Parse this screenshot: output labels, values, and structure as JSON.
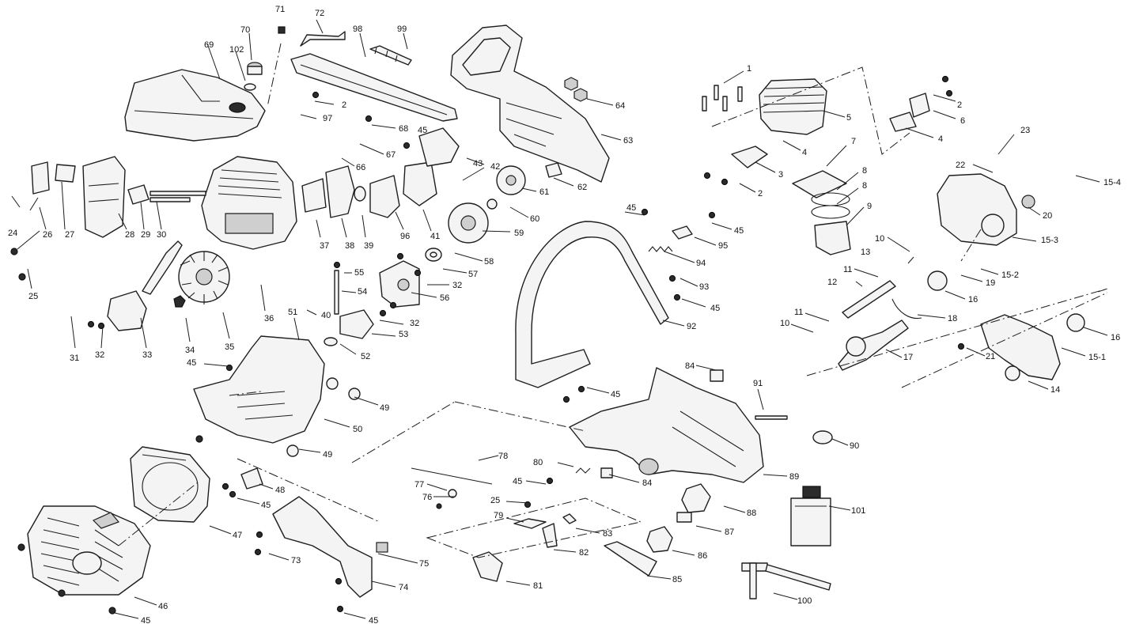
{
  "callouts": [
    {
      "id": "1",
      "text": "1"
    },
    {
      "id": "2a",
      "text": "2"
    },
    {
      "id": "2b",
      "text": "2"
    },
    {
      "id": "2c",
      "text": "2"
    },
    {
      "id": "3",
      "text": "3"
    },
    {
      "id": "4a",
      "text": "4"
    },
    {
      "id": "4b",
      "text": "4"
    },
    {
      "id": "5",
      "text": "5"
    },
    {
      "id": "6",
      "text": "6"
    },
    {
      "id": "7",
      "text": "7"
    },
    {
      "id": "8a",
      "text": "8"
    },
    {
      "id": "8b",
      "text": "8"
    },
    {
      "id": "9",
      "text": "9"
    },
    {
      "id": "10a",
      "text": "10"
    },
    {
      "id": "10b",
      "text": "10"
    },
    {
      "id": "11a",
      "text": "11"
    },
    {
      "id": "11b",
      "text": "11"
    },
    {
      "id": "12",
      "text": "12"
    },
    {
      "id": "13",
      "text": "13"
    },
    {
      "id": "14",
      "text": "14"
    },
    {
      "id": "15-1",
      "text": "15-1"
    },
    {
      "id": "15-2",
      "text": "15-2"
    },
    {
      "id": "15-3",
      "text": "15-3"
    },
    {
      "id": "15-4",
      "text": "15-4"
    },
    {
      "id": "16a",
      "text": "16"
    },
    {
      "id": "16b",
      "text": "16"
    },
    {
      "id": "17",
      "text": "17"
    },
    {
      "id": "18",
      "text": "18"
    },
    {
      "id": "19",
      "text": "19"
    },
    {
      "id": "20",
      "text": "20"
    },
    {
      "id": "21",
      "text": "21"
    },
    {
      "id": "22",
      "text": "22"
    },
    {
      "id": "23",
      "text": "23"
    },
    {
      "id": "24",
      "text": "24"
    },
    {
      "id": "25a",
      "text": "25"
    },
    {
      "id": "25b",
      "text": "25"
    },
    {
      "id": "26",
      "text": "26"
    },
    {
      "id": "27",
      "text": "27"
    },
    {
      "id": "28",
      "text": "28"
    },
    {
      "id": "29",
      "text": "29"
    },
    {
      "id": "30",
      "text": "30"
    },
    {
      "id": "31",
      "text": "31"
    },
    {
      "id": "32a",
      "text": "32"
    },
    {
      "id": "32b",
      "text": "32"
    },
    {
      "id": "32c",
      "text": "32"
    },
    {
      "id": "33",
      "text": "33"
    },
    {
      "id": "34",
      "text": "34"
    },
    {
      "id": "35",
      "text": "35"
    },
    {
      "id": "36",
      "text": "36"
    },
    {
      "id": "37",
      "text": "37"
    },
    {
      "id": "38",
      "text": "38"
    },
    {
      "id": "39",
      "text": "39"
    },
    {
      "id": "40",
      "text": "40"
    },
    {
      "id": "41",
      "text": "41"
    },
    {
      "id": "42",
      "text": "42"
    },
    {
      "id": "43",
      "text": "43"
    },
    {
      "id": "45a",
      "text": "45"
    },
    {
      "id": "45b",
      "text": "45"
    },
    {
      "id": "45c",
      "text": "45"
    },
    {
      "id": "45d",
      "text": "45"
    },
    {
      "id": "45e",
      "text": "45"
    },
    {
      "id": "45f",
      "text": "45"
    },
    {
      "id": "45g",
      "text": "45"
    },
    {
      "id": "45h",
      "text": "45"
    },
    {
      "id": "45i",
      "text": "45"
    },
    {
      "id": "45j",
      "text": "45"
    },
    {
      "id": "46",
      "text": "46"
    },
    {
      "id": "47",
      "text": "47"
    },
    {
      "id": "48",
      "text": "48"
    },
    {
      "id": "49a",
      "text": "49"
    },
    {
      "id": "49b",
      "text": "49"
    },
    {
      "id": "50",
      "text": "50"
    },
    {
      "id": "51",
      "text": "51"
    },
    {
      "id": "52",
      "text": "52"
    },
    {
      "id": "53",
      "text": "53"
    },
    {
      "id": "54",
      "text": "54"
    },
    {
      "id": "55",
      "text": "55"
    },
    {
      "id": "56",
      "text": "56"
    },
    {
      "id": "57",
      "text": "57"
    },
    {
      "id": "58",
      "text": "58"
    },
    {
      "id": "59",
      "text": "59"
    },
    {
      "id": "60",
      "text": "60"
    },
    {
      "id": "61",
      "text": "61"
    },
    {
      "id": "62",
      "text": "62"
    },
    {
      "id": "63",
      "text": "63"
    },
    {
      "id": "64",
      "text": "64"
    },
    {
      "id": "66",
      "text": "66"
    },
    {
      "id": "67",
      "text": "67"
    },
    {
      "id": "68",
      "text": "68"
    },
    {
      "id": "69",
      "text": "69"
    },
    {
      "id": "70",
      "text": "70"
    },
    {
      "id": "71",
      "text": "71"
    },
    {
      "id": "72",
      "text": "72"
    },
    {
      "id": "73",
      "text": "73"
    },
    {
      "id": "74",
      "text": "74"
    },
    {
      "id": "75",
      "text": "75"
    },
    {
      "id": "76",
      "text": "76"
    },
    {
      "id": "77",
      "text": "77"
    },
    {
      "id": "78",
      "text": "78"
    },
    {
      "id": "79",
      "text": "79"
    },
    {
      "id": "80",
      "text": "80"
    },
    {
      "id": "81",
      "text": "81"
    },
    {
      "id": "82",
      "text": "82"
    },
    {
      "id": "83",
      "text": "83"
    },
    {
      "id": "84a",
      "text": "84"
    },
    {
      "id": "84b",
      "text": "84"
    },
    {
      "id": "85",
      "text": "85"
    },
    {
      "id": "86",
      "text": "86"
    },
    {
      "id": "87",
      "text": "87"
    },
    {
      "id": "88",
      "text": "88"
    },
    {
      "id": "89",
      "text": "89"
    },
    {
      "id": "90",
      "text": "90"
    },
    {
      "id": "91",
      "text": "91"
    },
    {
      "id": "92",
      "text": "92"
    },
    {
      "id": "93",
      "text": "93"
    },
    {
      "id": "94",
      "text": "94"
    },
    {
      "id": "95",
      "text": "95"
    },
    {
      "id": "96",
      "text": "96"
    },
    {
      "id": "97",
      "text": "97"
    },
    {
      "id": "98",
      "text": "98"
    },
    {
      "id": "99",
      "text": "99"
    },
    {
      "id": "100",
      "text": "100"
    },
    {
      "id": "101",
      "text": "101"
    },
    {
      "id": "102",
      "text": "102"
    }
  ]
}
